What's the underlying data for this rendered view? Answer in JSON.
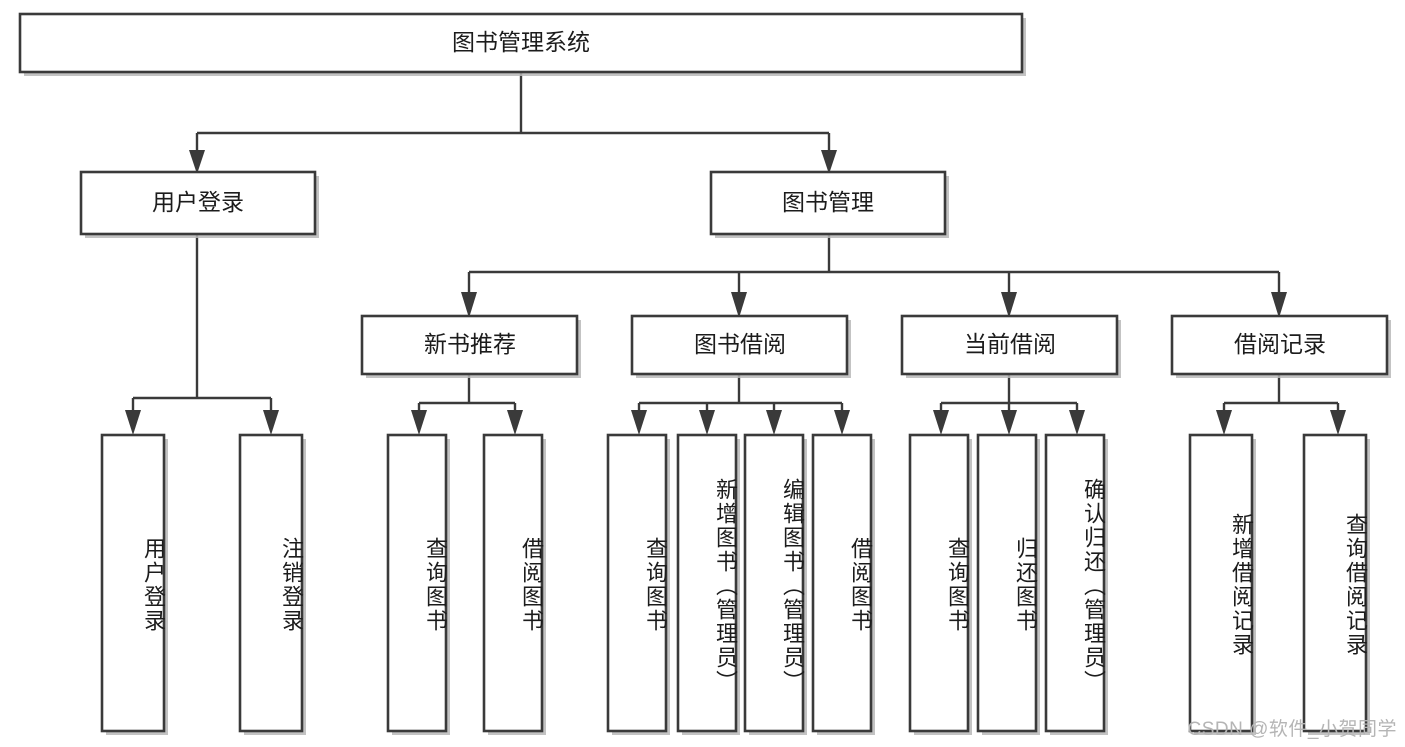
{
  "diagram": {
    "type": "tree-hierarchy-flowchart",
    "root": {
      "id": "root",
      "label": "图书管理系统"
    },
    "level2": [
      {
        "id": "user-login",
        "label": "用户登录"
      },
      {
        "id": "book-management",
        "label": "图书管理"
      }
    ],
    "level3": [
      {
        "id": "new-book-recommend",
        "label": "新书推荐"
      },
      {
        "id": "book-borrow",
        "label": "图书借阅"
      },
      {
        "id": "current-borrow",
        "label": "当前借阅"
      },
      {
        "id": "borrow-record",
        "label": "借阅记录"
      }
    ],
    "leaves": {
      "user_login": [
        {
          "id": "leaf-user-login",
          "label": "用户登录"
        },
        {
          "id": "leaf-logout-login",
          "label": "注销登录"
        }
      ],
      "new_book_recommend": [
        {
          "id": "leaf-query-book-1",
          "label": "查询图书"
        },
        {
          "id": "leaf-borrow-book-1",
          "label": "借阅图书"
        }
      ],
      "book_borrow": [
        {
          "id": "leaf-query-book-2",
          "label": "查询图书"
        },
        {
          "id": "leaf-add-book",
          "label": "新增图书（管理员）"
        },
        {
          "id": "leaf-edit-book",
          "label": "编辑图书（管理员）"
        },
        {
          "id": "leaf-borrow-book-2",
          "label": "借阅图书"
        }
      ],
      "current_borrow": [
        {
          "id": "leaf-query-book-3",
          "label": "查询图书"
        },
        {
          "id": "leaf-return-book",
          "label": "归还图书"
        },
        {
          "id": "leaf-confirm-return",
          "label": "确认归还（管理员）"
        }
      ],
      "borrow_record": [
        {
          "id": "leaf-add-borrow-record",
          "label": "新增借阅记录"
        },
        {
          "id": "leaf-query-borrow-record",
          "label": "查询借阅记录"
        }
      ]
    }
  },
  "watermark": {
    "text": "CSDN @软件_小贺同学"
  },
  "colors": {
    "box_stroke": "#3a3a3a",
    "box_fill": "#ffffff",
    "text": "#1c1c1c",
    "background": "#ffffff",
    "shadow": "#b9b9b9",
    "watermark": "#b5b5b5"
  }
}
